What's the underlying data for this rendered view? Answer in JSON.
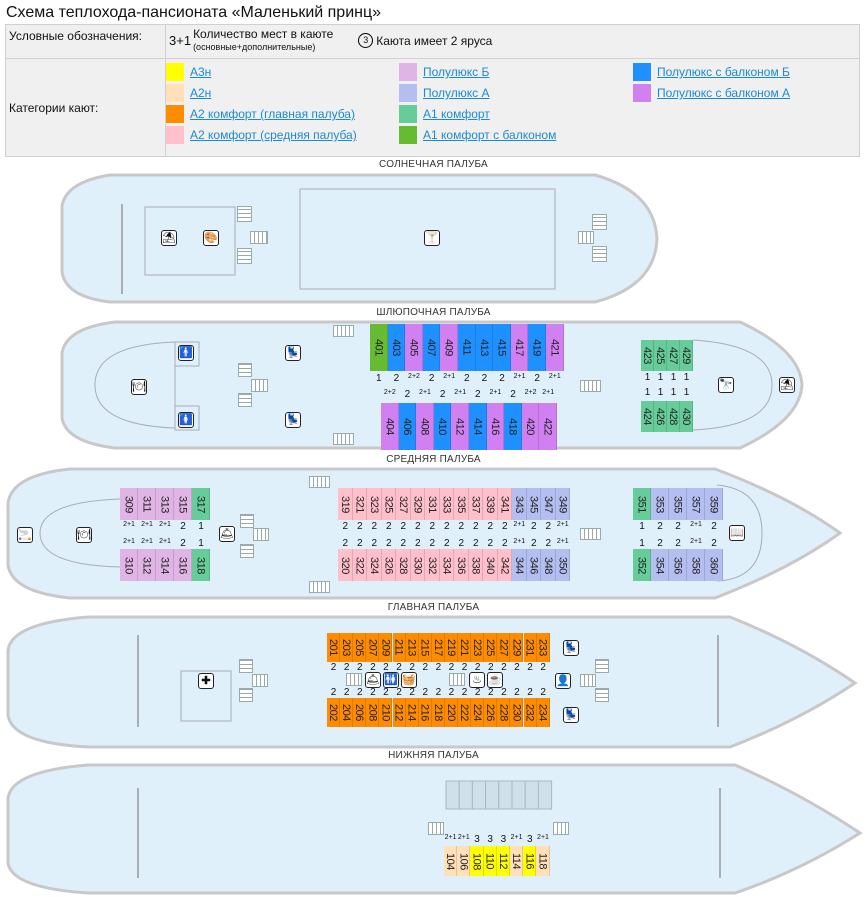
{
  "title": "Схема теплохода-пансионата «Маленький принц»",
  "legend": {
    "notes_label": "Условные обозначения:",
    "seats_sample": "3+1",
    "seats_text": "Количество мест в каюте",
    "seats_sub": "(основные+дополнительные)",
    "tier_sample": "3",
    "tier_text": "Каюта имеет 2 яруса",
    "categories_label": "Категории кают:",
    "categories": [
      {
        "name": "А3н",
        "color": "#ffff00"
      },
      {
        "name": "А2н",
        "color": "#ffe0b8"
      },
      {
        "name": "А2 комфорт (главная палуба)",
        "color": "#ff8c00"
      },
      {
        "name": "А2 комфорт (средняя палуба)",
        "color": "#ffc0cb"
      },
      {
        "name": "Полулюкс Б",
        "color": "#e0b4e4"
      },
      {
        "name": "Полулюкс А",
        "color": "#b4bef0"
      },
      {
        "name": "А1 комфорт",
        "color": "#66cc9a"
      },
      {
        "name": "А1 комфорт с балконом",
        "color": "#66bb33"
      },
      {
        "name": "Полулюкс с балконом Б",
        "color": "#1e90ff"
      },
      {
        "name": "Полулюкс с балконом А",
        "color": "#d080f0"
      }
    ]
  },
  "decks": {
    "sun": {
      "title": "СОЛНЕЧНАЯ ПАЛУБА",
      "icons": [
        "beach-umbrella-icon",
        "art-palette-icon",
        "cocktail-bar-icon"
      ]
    },
    "boat": {
      "title": "ШЛЮПОЧНАЯ ПАЛУБА",
      "top": [
        {
          "n": "401",
          "c": "#66bb33",
          "s": "1"
        },
        {
          "n": "403",
          "c": "#1e90ff",
          "s": "2"
        },
        {
          "n": "405",
          "c": "#d080f0",
          "s": "2+2"
        },
        {
          "n": "407",
          "c": "#1e90ff",
          "s": "2"
        },
        {
          "n": "409",
          "c": "#d080f0",
          "s": "2+1"
        },
        {
          "n": "411",
          "c": "#1e90ff",
          "s": "2"
        },
        {
          "n": "413",
          "c": "#1e90ff",
          "s": "2"
        },
        {
          "n": "415",
          "c": "#1e90ff",
          "s": "2"
        },
        {
          "n": "417",
          "c": "#d080f0",
          "s": "2+1"
        },
        {
          "n": "419",
          "c": "#1e90ff",
          "s": "2"
        },
        {
          "n": "421",
          "c": "#d080f0",
          "s": "2+1"
        }
      ],
      "bottom": [
        {
          "n": "404",
          "c": "#d080f0",
          "s": "2+2"
        },
        {
          "n": "406",
          "c": "#1e90ff",
          "s": "2"
        },
        {
          "n": "408",
          "c": "#d080f0",
          "s": "2+1"
        },
        {
          "n": "410",
          "c": "#1e90ff",
          "s": "2"
        },
        {
          "n": "412",
          "c": "#d080f0",
          "s": "2+1"
        },
        {
          "n": "414",
          "c": "#1e90ff",
          "s": "2"
        },
        {
          "n": "416",
          "c": "#d080f0",
          "s": "2+1"
        },
        {
          "n": "418",
          "c": "#1e90ff",
          "s": "2"
        },
        {
          "n": "420",
          "c": "#d080f0",
          "s": "2+2"
        },
        {
          "n": "422",
          "c": "#d080f0",
          "s": "2+1"
        }
      ],
      "fore_top": [
        {
          "n": "423",
          "c": "#66cc9a",
          "s": "1"
        },
        {
          "n": "425",
          "c": "#66cc9a",
          "s": "1"
        },
        {
          "n": "427",
          "c": "#66cc9a",
          "s": "1"
        },
        {
          "n": "429",
          "c": "#66cc9a",
          "s": "1"
        }
      ],
      "fore_bottom": [
        {
          "n": "424",
          "c": "#66cc9a",
          "s": "1"
        },
        {
          "n": "426",
          "c": "#66cc9a",
          "s": "1"
        },
        {
          "n": "428",
          "c": "#66cc9a",
          "s": "1"
        },
        {
          "n": "430",
          "c": "#66cc9a",
          "s": "1"
        }
      ]
    },
    "middle": {
      "title": "СРЕДНЯЯ ПАЛУБА",
      "aft_top": [
        {
          "n": "309",
          "c": "#e0b4e4",
          "s": "2+1"
        },
        {
          "n": "311",
          "c": "#e0b4e4",
          "s": "2+1"
        },
        {
          "n": "313",
          "c": "#e0b4e4",
          "s": "2+1"
        },
        {
          "n": "315",
          "c": "#e0b4e4",
          "s": "2"
        },
        {
          "n": "317",
          "c": "#66cc9a",
          "s": "1"
        }
      ],
      "aft_bottom": [
        {
          "n": "310",
          "c": "#e0b4e4",
          "s": "2+1"
        },
        {
          "n": "312",
          "c": "#e0b4e4",
          "s": "2+1"
        },
        {
          "n": "314",
          "c": "#e0b4e4",
          "s": "2+1"
        },
        {
          "n": "316",
          "c": "#e0b4e4",
          "s": "2"
        },
        {
          "n": "318",
          "c": "#66cc9a",
          "s": "1"
        }
      ],
      "mid_top": [
        {
          "n": "319",
          "c": "#ffc0cb",
          "s": "2"
        },
        {
          "n": "321",
          "c": "#ffc0cb",
          "s": "2"
        },
        {
          "n": "323",
          "c": "#ffc0cb",
          "s": "2"
        },
        {
          "n": "325",
          "c": "#ffc0cb",
          "s": "2"
        },
        {
          "n": "327",
          "c": "#ffc0cb",
          "s": "2"
        },
        {
          "n": "329",
          "c": "#ffc0cb",
          "s": "2"
        },
        {
          "n": "331",
          "c": "#ffc0cb",
          "s": "2"
        },
        {
          "n": "333",
          "c": "#ffc0cb",
          "s": "2"
        },
        {
          "n": "335",
          "c": "#ffc0cb",
          "s": "2"
        },
        {
          "n": "337",
          "c": "#ffc0cb",
          "s": "2"
        },
        {
          "n": "339",
          "c": "#ffc0cb",
          "s": "2"
        },
        {
          "n": "341",
          "c": "#ffc0cb",
          "s": "2"
        },
        {
          "n": "343",
          "c": "#b4bef0",
          "s": "2+1"
        },
        {
          "n": "345",
          "c": "#b4bef0",
          "s": "2"
        },
        {
          "n": "347",
          "c": "#b4bef0",
          "s": "2"
        },
        {
          "n": "349",
          "c": "#b4bef0",
          "s": "2+1"
        }
      ],
      "mid_bottom": [
        {
          "n": "320",
          "c": "#ffc0cb",
          "s": "2"
        },
        {
          "n": "322",
          "c": "#ffc0cb",
          "s": "2"
        },
        {
          "n": "324",
          "c": "#ffc0cb",
          "s": "2"
        },
        {
          "n": "326",
          "c": "#ffc0cb",
          "s": "2"
        },
        {
          "n": "328",
          "c": "#ffc0cb",
          "s": "2"
        },
        {
          "n": "330",
          "c": "#ffc0cb",
          "s": "2"
        },
        {
          "n": "332",
          "c": "#ffc0cb",
          "s": "2"
        },
        {
          "n": "334",
          "c": "#ffc0cb",
          "s": "2"
        },
        {
          "n": "336",
          "c": "#ffc0cb",
          "s": "2"
        },
        {
          "n": "338",
          "c": "#ffc0cb",
          "s": "2"
        },
        {
          "n": "340",
          "c": "#ffc0cb",
          "s": "2"
        },
        {
          "n": "342",
          "c": "#ffc0cb",
          "s": "2"
        },
        {
          "n": "344",
          "c": "#b4bef0",
          "s": "2+1"
        },
        {
          "n": "346",
          "c": "#b4bef0",
          "s": "2"
        },
        {
          "n": "348",
          "c": "#b4bef0",
          "s": "2"
        },
        {
          "n": "350",
          "c": "#b4bef0",
          "s": "2+1"
        }
      ],
      "fore_top": [
        {
          "n": "351",
          "c": "#66cc9a",
          "s": "1"
        },
        {
          "n": "353",
          "c": "#b4bef0",
          "s": "2"
        },
        {
          "n": "355",
          "c": "#b4bef0",
          "s": "2"
        },
        {
          "n": "357",
          "c": "#b4bef0",
          "s": "2+1"
        },
        {
          "n": "359",
          "c": "#b4bef0",
          "s": "2"
        }
      ],
      "fore_bottom": [
        {
          "n": "352",
          "c": "#66cc9a",
          "s": "1"
        },
        {
          "n": "354",
          "c": "#b4bef0",
          "s": "2"
        },
        {
          "n": "356",
          "c": "#b4bef0",
          "s": "2"
        },
        {
          "n": "358",
          "c": "#b4bef0",
          "s": "2+1"
        },
        {
          "n": "360",
          "c": "#b4bef0",
          "s": "2"
        }
      ]
    },
    "main": {
      "title": "ГЛАВНАЯ ПАЛУБА",
      "top": [
        "201",
        "203",
        "205",
        "207",
        "209",
        "211",
        "213",
        "215",
        "217",
        "219",
        "221",
        "223",
        "225",
        "227",
        "229",
        "231",
        "233"
      ],
      "bottom": [
        "202",
        "204",
        "206",
        "208",
        "210",
        "212",
        "214",
        "216",
        "218",
        "220",
        "222",
        "224",
        "226",
        "228",
        "230",
        "232",
        "234"
      ],
      "seats": "2",
      "color": "#ff8c00"
    },
    "lower": {
      "title": "НИЖНЯЯ ПАЛУБА",
      "cabins": [
        {
          "n": "104",
          "c": "#ffe0b8",
          "s": "2+1"
        },
        {
          "n": "106",
          "c": "#ffe0b8",
          "s": "2+1"
        },
        {
          "n": "108",
          "c": "#ffff00",
          "s": "3"
        },
        {
          "n": "110",
          "c": "#ffff00",
          "s": "3"
        },
        {
          "n": "112",
          "c": "#ffff00",
          "s": "3"
        },
        {
          "n": "114",
          "c": "#ffe0b8",
          "s": "2+1"
        },
        {
          "n": "116",
          "c": "#ffff00",
          "s": "3"
        },
        {
          "n": "118",
          "c": "#ffe0b8",
          "s": "2+1"
        }
      ]
    }
  }
}
